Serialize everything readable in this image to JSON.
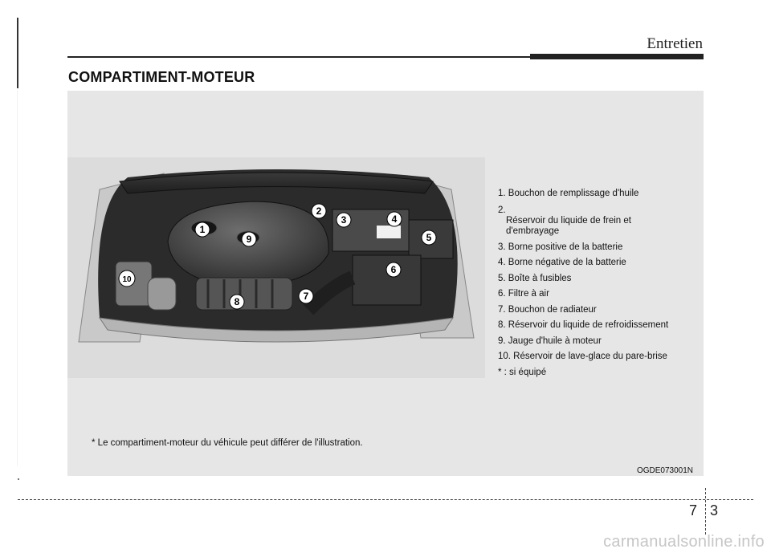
{
  "header": {
    "section": "Entretien",
    "title": "COMPARTIMENT-MOTEUR"
  },
  "figure": {
    "callouts": [
      "1",
      "2",
      "3",
      "4",
      "5",
      "6",
      "7",
      "8",
      "9",
      "10"
    ],
    "code": "OGDE073001N"
  },
  "legend": {
    "items": [
      "1. Bouchon de remplissage d'huile",
      "2.",
      "Réservoir du liquide de frein et",
      "d'embrayage",
      "3. Borne positive de la batterie",
      "4. Borne négative de la batterie",
      "5. Boîte à fusibles",
      "6. Filtre à air",
      "7. Bouchon de radiateur",
      "8. Réservoir du liquide de refroidissement",
      "9. Jauge d'huile à moteur",
      "10. Réservoir de lave-glace du pare-brise",
      "* : si équipé"
    ]
  },
  "footnote": "* Le compartiment-moteur du véhicule peut différer de l'illustration.",
  "footer": {
    "chapter": "7",
    "page": "3",
    "watermark": "carmanualsonline.info"
  }
}
